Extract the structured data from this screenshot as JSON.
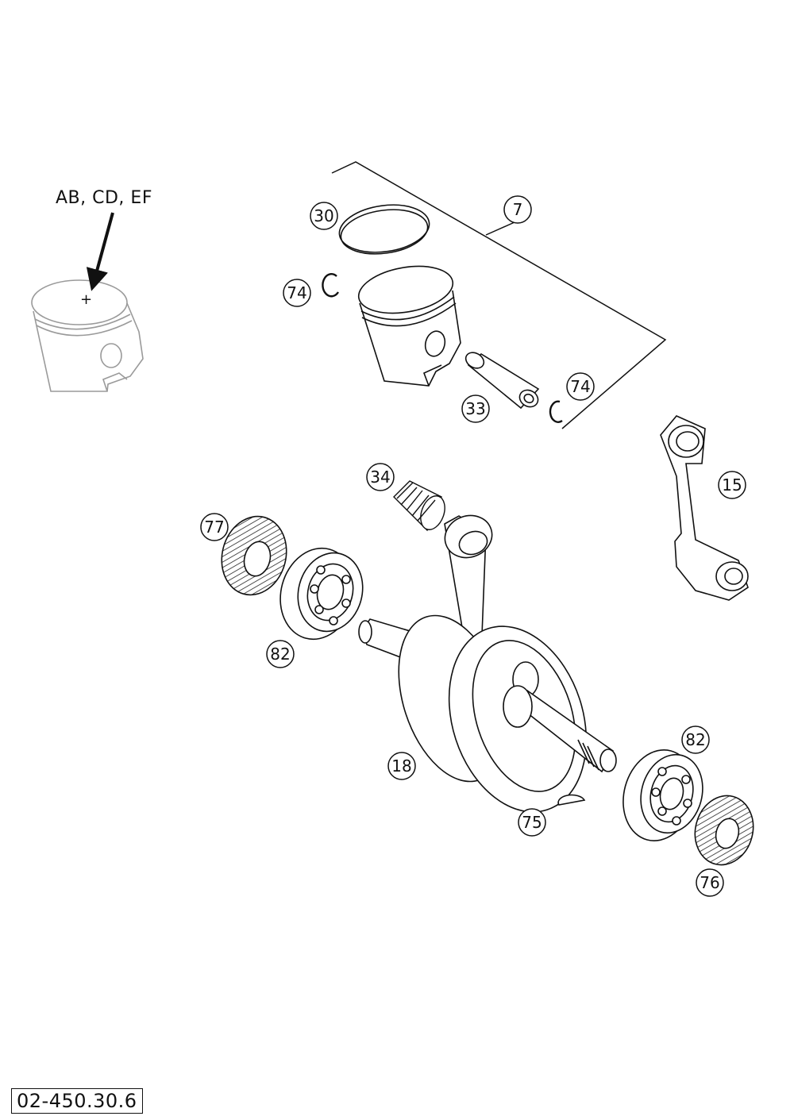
{
  "diagram": {
    "marking_note": "AB, CD, EF",
    "marking_symbol": "+",
    "drawing_code": "02-450.30.6",
    "callouts": {
      "kit": "7",
      "ring": "30",
      "circlip_top": "74",
      "circlip_right": "74",
      "wrist_pin": "33",
      "needle_bearing": "34",
      "con_rod": "15",
      "seal_left": "77",
      "bearing_left": "82",
      "crankshaft": "18",
      "woodruff_key": "75",
      "bearing_right": "82",
      "seal_right": "76"
    }
  }
}
